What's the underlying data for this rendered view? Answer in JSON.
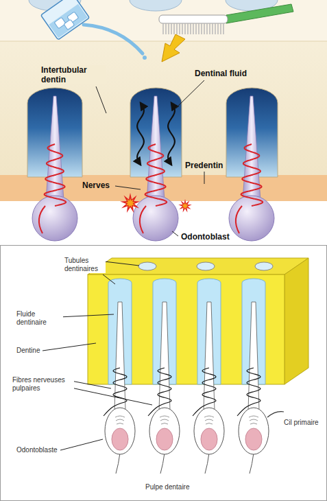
{
  "diagram": {
    "labels": [
      "Intertubular dentin",
      "Dentinal fluid",
      "Predentin",
      "Nerves",
      "Odontoblast",
      "Tubules dentinaires",
      "Fluide dentinaire",
      "Dentine",
      "Fibres nerveuses pulpaires",
      "Cil primaire",
      "Odontoblaste",
      "Pulpe dentaire"
    ]
  }
}
